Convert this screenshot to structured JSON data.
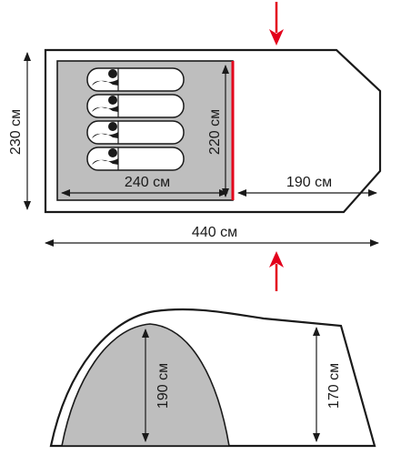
{
  "plan": {
    "length_total": "440 см",
    "width_total": "230 см",
    "inner_length": "240 см",
    "inner_width": "220 см",
    "vestibule_length": "190 см",
    "sleeping_places": 4
  },
  "profile": {
    "height_inner": "190 см",
    "height_rear": "170 см"
  },
  "colors": {
    "outline": "#1a1a1a",
    "inner_fill": "#bebebe",
    "arrow": "#e3001b",
    "door_line": "#e3001b",
    "sleeper_fill": "#ffffff"
  }
}
